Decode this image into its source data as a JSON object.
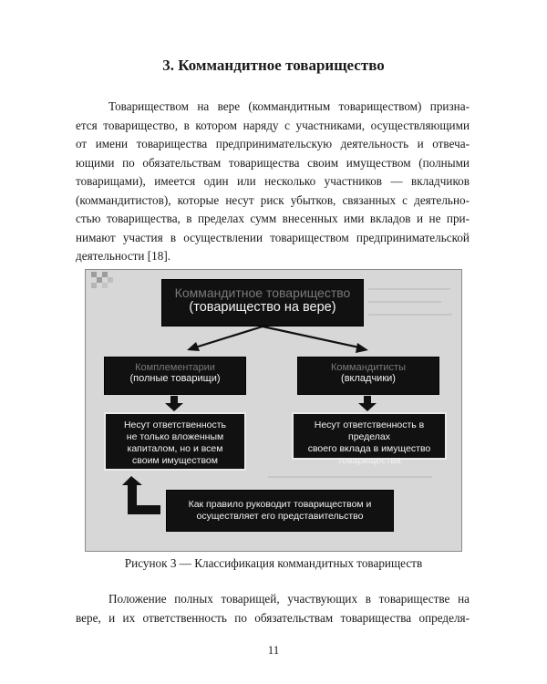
{
  "section": {
    "heading": "3. Коммандитное товарищество",
    "paragraph_1_lines": [
      "Товариществом на вере (коммандитным товариществом) призна-",
      "ется товарищество, в котором наряду с участниками, осуществляющими",
      "от имени товарищества предпринимательскую деятельность и отвеча-",
      "ющими по обязательствам товарищества своим имуществом (полными",
      "товарищами), имеется один или несколько участников — вкладчиков",
      "(коммандитистов), которые несут риск убытков, связанных с деятельно-",
      "стью товарищества, в пределах сумм внесенных ими вкладов и не при-",
      "нимают участия в осуществлении товариществом предпринимательской",
      "деятельности [18]."
    ]
  },
  "figure": {
    "top_box": {
      "faded_title": "Коммандитное товарищество",
      "title": "(товарищество на вере)"
    },
    "left_branch": {
      "faded_title": "Комплементарии",
      "title": "(полные товарищи)",
      "liability_lines": [
        "Несут ответственность",
        "не только вложенным",
        "капиталом, но и всем",
        "своим имуществом"
      ]
    },
    "right_branch": {
      "faded_title": "Коммандитисты",
      "title": "(вкладчики)",
      "liability_lines": [
        "Несут ответственность в пределах",
        "своего вклада в имущество",
        "товарищества"
      ]
    },
    "bottom_box_lines": [
      "Как правило руководит товариществом и",
      "осуществляет его представительство"
    ],
    "colors": {
      "box": "#111111",
      "box_text": "#f2f2f2",
      "figure_background": "#d7d7d7"
    }
  },
  "caption": "Рисунок 3 — Классификация коммандитных товариществ",
  "paragraph_2_lines": [
    "Положение полных товарищей, участвующих в товариществе на",
    "вере, и их ответственность по обязательствам товарищества определя-"
  ],
  "page_number": "11"
}
